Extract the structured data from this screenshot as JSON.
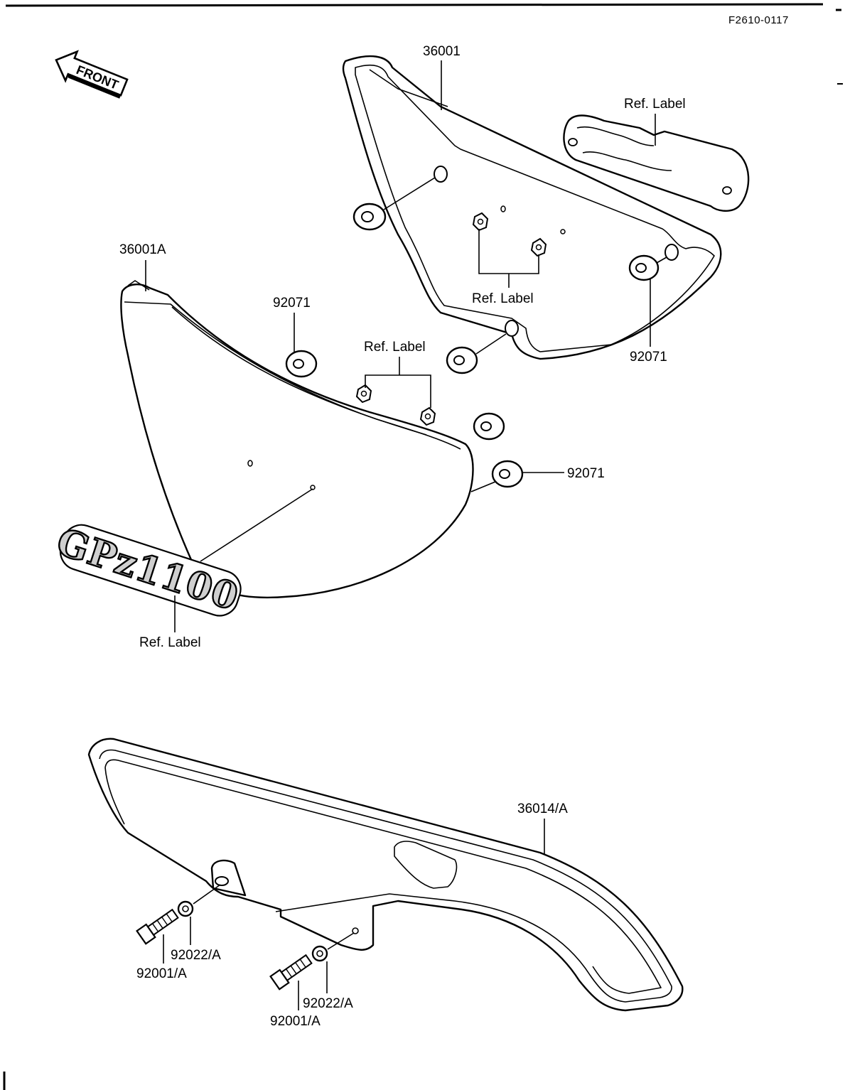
{
  "page_code": "F2610-0117",
  "front_arrow": {
    "text": "FRONT"
  },
  "emblem": {
    "text": "GPz1100"
  },
  "callouts": {
    "part_36001": "36001",
    "part_36001a": "36001A",
    "part_36014a": "36014/A",
    "grommet_upper": "92071",
    "grommet_mid": "92071",
    "grommet_right": "92071",
    "ref_label_upper_cover": "Ref.  Label",
    "ref_label_upper_nuts": "Ref.  Label",
    "ref_label_lower_nuts": "Ref. Label",
    "ref_label_emblem": "Ref.  Label",
    "washer_1": "92022/A",
    "bolt_1": "92001/A",
    "washer_2": "92022/A",
    "bolt_2": "92001/A"
  }
}
